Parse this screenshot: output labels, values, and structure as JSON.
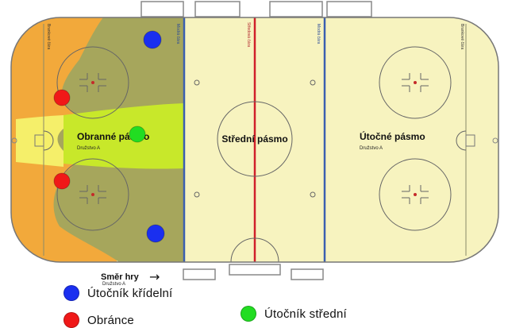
{
  "rink": {
    "zones": {
      "defensive": {
        "title": "Obranné pásmo",
        "team": "Družstvo A"
      },
      "neutral": {
        "title": "Střední pásmo"
      },
      "offensive": {
        "title": "Útočné pásmo",
        "team": "Družstvo A"
      }
    },
    "line_labels": {
      "goal_left": "Brankové čára",
      "blue_left": "Modrá čára",
      "center": "Středová čára",
      "blue_right": "Modrá čára",
      "goal_right": "Brankové čára"
    },
    "direction": {
      "label": "Směr hry",
      "team": "Družstvo A",
      "arrow": "→"
    },
    "colors": {
      "ice": "#f7f3bf",
      "heat_orange": "#f2a93b",
      "heat_olive": "#a6a65c",
      "heat_lime": "#c8e82a",
      "heat_yellow": "#f5ef6a",
      "blue_line": "#3a5fb0",
      "red_line": "#d0202a",
      "faceoff_red": "#c42a2a"
    }
  },
  "players": [
    {
      "role": "wing",
      "color": "#1a2ff0"
    },
    {
      "role": "wing",
      "color": "#1a2ff0"
    },
    {
      "role": "defense",
      "color": "#f01818"
    },
    {
      "role": "defense",
      "color": "#f01818"
    },
    {
      "role": "center",
      "color": "#22dd22"
    }
  ],
  "legend": [
    {
      "label": "Útočník křídelní",
      "color": "#1a2ff0",
      "icon": "blue-dot"
    },
    {
      "label": "Obránce",
      "color": "#f01818",
      "icon": "red-dot"
    },
    {
      "label": "Útočník střední",
      "color": "#22dd22",
      "icon": "green-dot"
    }
  ]
}
